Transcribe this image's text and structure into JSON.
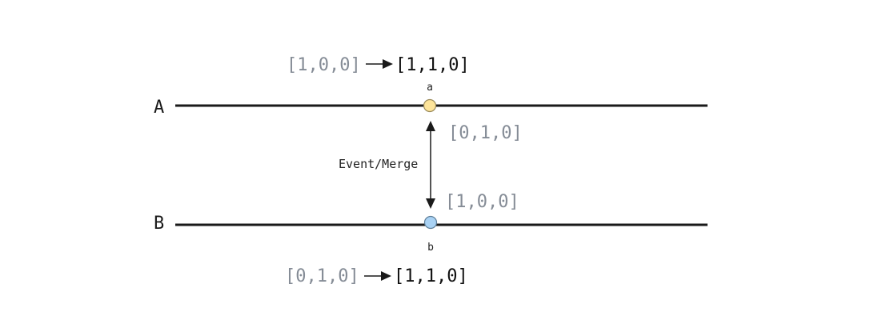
{
  "lanes": [
    {
      "label": "A"
    },
    {
      "label": "B"
    }
  ],
  "nodes": {
    "a": {
      "label": "a",
      "fill": "#fde49a",
      "stroke": "#9a8a5a"
    },
    "b": {
      "label": "b",
      "fill": "#a9d2f4",
      "stroke": "#5f7f99"
    }
  },
  "vectors": {
    "a_before": "[1,0,0]",
    "a_after": "[1,1,0]",
    "b_before": "[0,1,0]",
    "b_after": "[1,1,0]",
    "sent_to_a": "[0,1,0]",
    "sent_to_b": "[1,0,0]"
  },
  "edge_label": "Event/Merge",
  "colors": {
    "line": "#1a1a1a",
    "muted_text": "#858c96"
  }
}
